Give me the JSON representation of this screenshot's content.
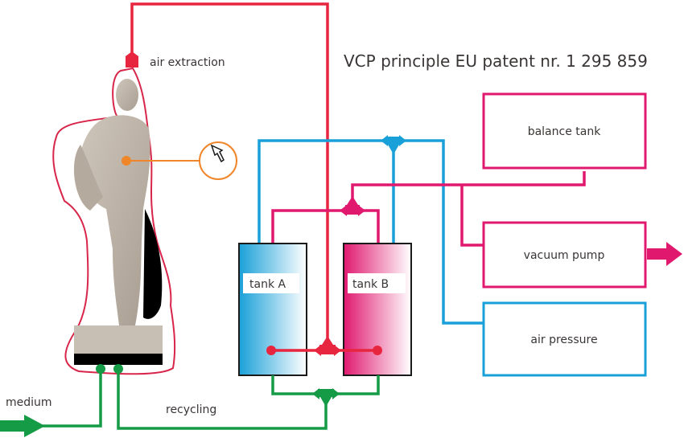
{
  "title": "VCP principle EU patent nr. 1 295 859",
  "labels": {
    "air_extraction": "air extraction",
    "medium": "medium",
    "recycling": "recycling",
    "tank_a": "tank A",
    "tank_b": "tank B",
    "balance_tank": "balance tank",
    "vacuum_pump": "vacuum pump",
    "air_pressure": "air pressure"
  },
  "colors": {
    "air_extraction_line": "#e8253f",
    "vacuum_line": "#e0196f",
    "air_pressure_line": "#1aa0d8",
    "medium_line": "#159a45",
    "sensor_line": "#f0862a",
    "statue_outline": "#d8264a",
    "tank_a_fill": "#1aa0d8",
    "tank_b_fill": "#e0196f"
  },
  "icons": {
    "sensor_gauge": "gauge-icon",
    "statue": "statue-image"
  }
}
